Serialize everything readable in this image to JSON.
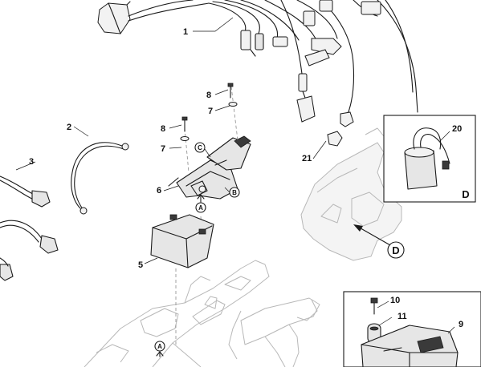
{
  "labels": {
    "l1": "1",
    "l2": "2",
    "l3": "3",
    "l5": "5",
    "l6": "6",
    "l7a": "7",
    "l7b": "7",
    "l8a": "8",
    "l8b": "8",
    "l9": "9",
    "l10": "10",
    "l11": "11",
    "l20": "20",
    "l21": "21"
  },
  "callouts": {
    "a_top": "A",
    "a_bottom": "A",
    "b": "B",
    "c": "C",
    "d_detail": "D",
    "d_main": "D"
  }
}
